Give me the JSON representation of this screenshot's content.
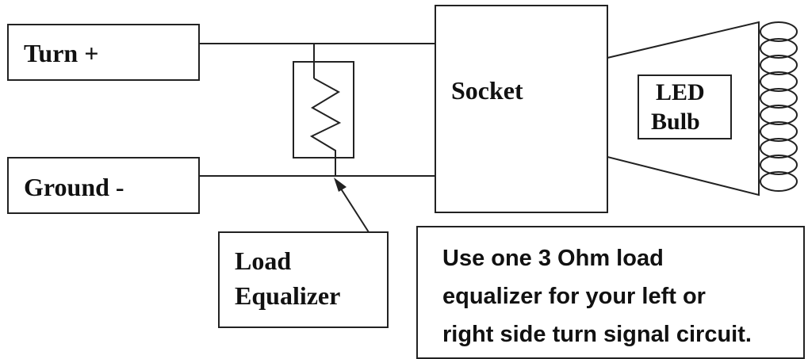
{
  "labels": {
    "turn": "Turn +",
    "ground": "Ground -",
    "socket": "Socket",
    "led_line1": "LED",
    "led_line2": "Bulb",
    "load_line1": "Load",
    "load_line2": "Equalizer",
    "note_line1": "Use one 3 Ohm load",
    "note_line2": "equalizer for your left or",
    "note_line3": "right side turn signal circuit."
  }
}
